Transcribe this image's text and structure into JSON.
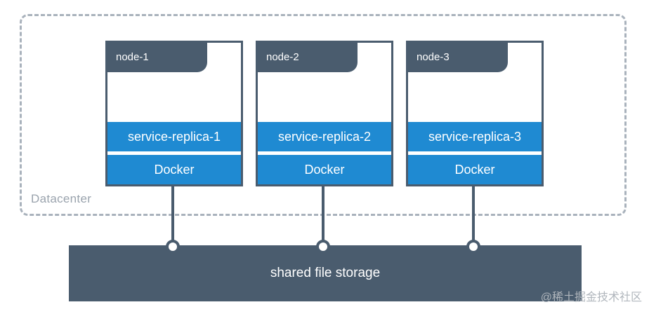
{
  "datacenter": {
    "label": "Datacenter"
  },
  "nodes": [
    {
      "name": "node-1",
      "replica": "service-replica-1",
      "runtime": "Docker"
    },
    {
      "name": "node-2",
      "replica": "service-replica-2",
      "runtime": "Docker"
    },
    {
      "name": "node-3",
      "replica": "service-replica-3",
      "runtime": "Docker"
    }
  ],
  "storage": {
    "label": "shared file storage"
  },
  "watermark": "@稀土掘金技术社区",
  "colors": {
    "node_border": "#4a5c6e",
    "block_blue": "#1f8ad2",
    "dashed_border": "#a9b2bc"
  }
}
